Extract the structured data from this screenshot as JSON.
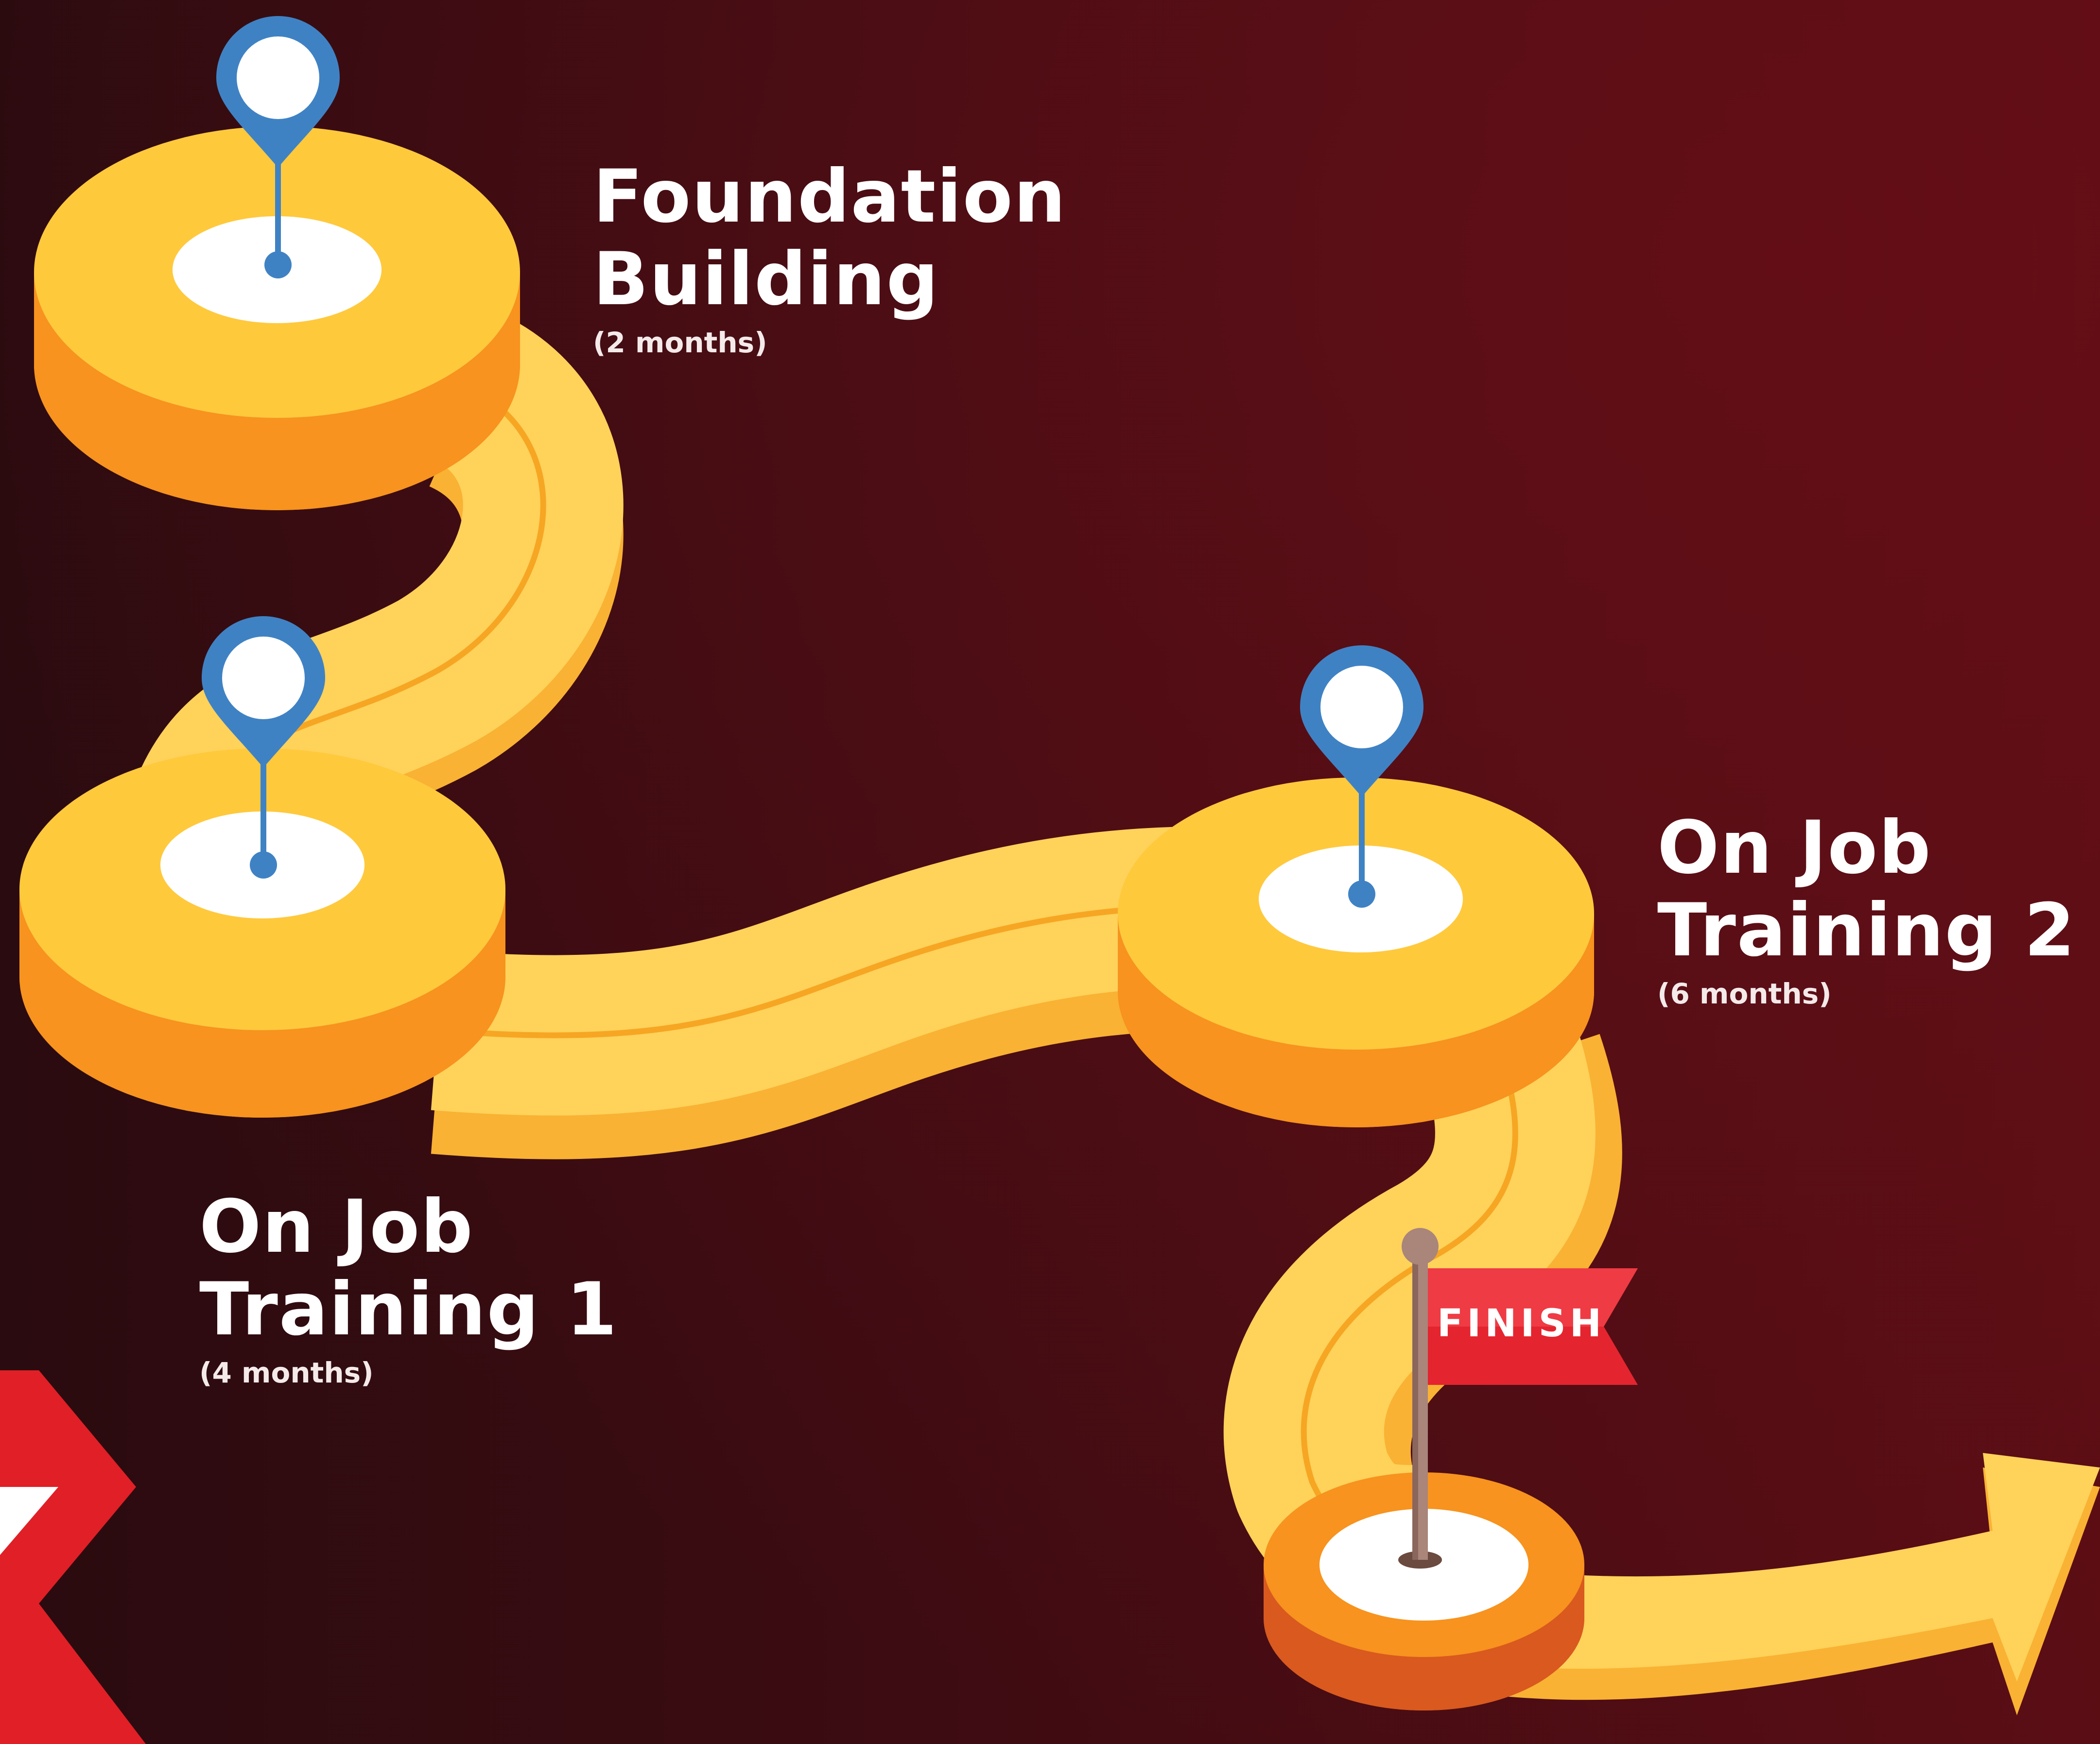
{
  "colors": {
    "background_left": "#2a0b0f",
    "background_right": "#5a0d14",
    "path_top": "#ffd25a",
    "path_side": "#f9b233",
    "platform_top": "#ffc93c",
    "platform_side": "#f7931e",
    "pin": "#3f82c4",
    "flag": "#e4252f",
    "accent_red": "#e11f26"
  },
  "milestones": [
    {
      "title_line1": "Foundation",
      "title_line2": "Building",
      "duration": "(2 months)",
      "icon": "map-pin-icon"
    },
    {
      "title_line1": "On Job",
      "title_line2": "Training 1",
      "duration": "(4 months)",
      "icon": "map-pin-icon"
    },
    {
      "title_line1": "On Job",
      "title_line2": "Training 2",
      "duration": "(6 months)",
      "icon": "map-pin-icon"
    }
  ],
  "finish": {
    "label": "FINISH",
    "icon": "finish-flag-icon"
  },
  "arrow": {
    "icon": "arrow-right-icon"
  }
}
